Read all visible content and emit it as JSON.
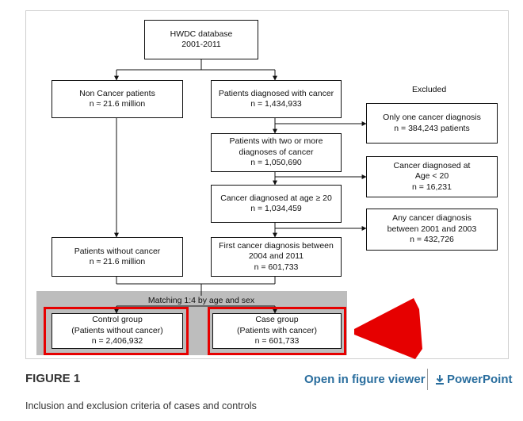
{
  "diagram": {
    "database": {
      "line1": "HWDC database",
      "line2": "2001-2011"
    },
    "non_cancer": {
      "line1": "Non Cancer patients",
      "line2": "n ≈ 21.6 million"
    },
    "diagnosed": {
      "line1": "Patients diagnosed with cancer",
      "line2": "n = 1,434,933"
    },
    "excluded_label": "Excluded",
    "excl_one": {
      "line1": "Only one cancer diagnosis",
      "line2": "n = 384,243 patients"
    },
    "two_or_more": {
      "line1": "Patients with two or more",
      "line2": "diagnoses of cancer",
      "line3": "n = 1,050,690"
    },
    "excl_age": {
      "line1": "Cancer diagnosed at",
      "line2": "Age < 20",
      "line3": "n = 16,231"
    },
    "age_ge_20": {
      "line1": "Cancer diagnosed at age ≥ 20",
      "line2": "n = 1,034,459"
    },
    "excl_early": {
      "line1": "Any cancer diagnosis",
      "line2": "between 2001 and 2003",
      "line3": "n = 432,726"
    },
    "without_cancer": {
      "line1": "Patients without cancer",
      "line2": "n ≈ 21.6 million"
    },
    "first_diag": {
      "line1": "First cancer diagnosis between",
      "line2": "2004 and 2011",
      "line3": "n = 601,733"
    },
    "matching_label": "Matching 1:4 by age and sex",
    "control": {
      "line1": "Control group",
      "line2": "(Patients without cancer)",
      "line3": "n = 2,406,932"
    },
    "case": {
      "line1": "Case group",
      "line2": "(Patients with cancer)",
      "line3": "n = 601,733"
    }
  },
  "footer": {
    "figure_label": "FIGURE 1",
    "open_viewer": "Open in figure viewer",
    "powerpoint": "PowerPoint",
    "caption": "Inclusion and exclusion criteria of cases and controls"
  },
  "colors": {
    "highlight": "#e60000",
    "link": "#2a6e9e",
    "band": "#bdbdbd"
  },
  "icons": {
    "download": "download-icon"
  }
}
